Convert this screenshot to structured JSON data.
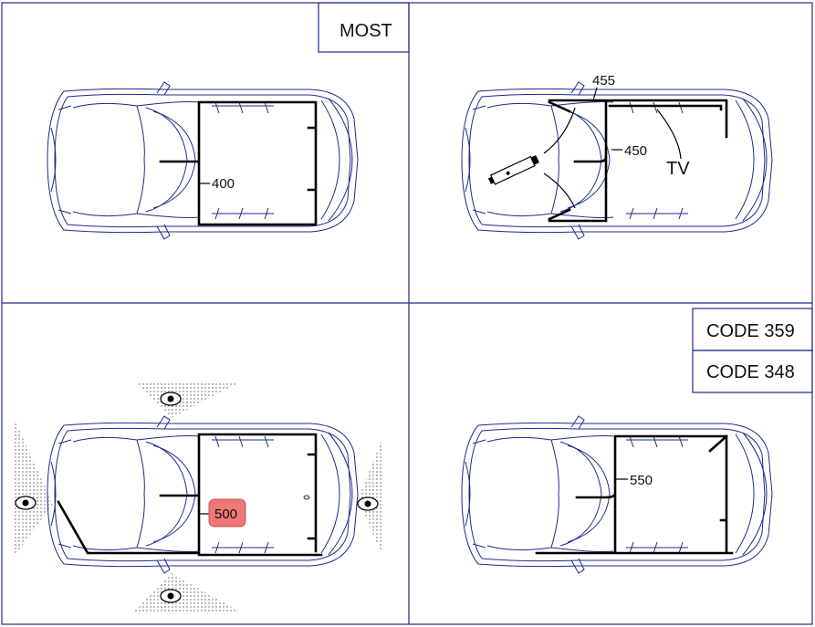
{
  "panels": {
    "top_left": {
      "tag": "MOST",
      "wire_label": "400"
    },
    "top_right": {
      "wire_label_a": "455",
      "wire_label_b": "450",
      "device_label": "TV"
    },
    "bottom_left": {
      "wire_label": "500",
      "highlight_color": "#ee7777"
    },
    "bottom_right": {
      "tag_a": "CODE 359",
      "tag_b": "CODE 348",
      "wire_label": "550"
    }
  },
  "icons": [
    "eye-icon",
    "car-outline-icon",
    "tv-tuner-icon"
  ],
  "colors": {
    "frame": "#1e2a8c",
    "wire": "#000000",
    "highlight": "#ee7777"
  }
}
